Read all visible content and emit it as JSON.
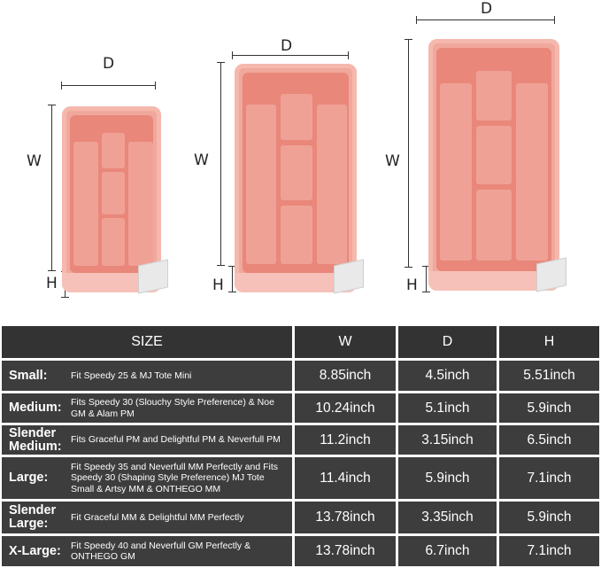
{
  "dimension_labels": {
    "depth": "D",
    "width": "W",
    "height": "H"
  },
  "table": {
    "headers": [
      "SIZE",
      "W",
      "D",
      "H"
    ],
    "rows": [
      {
        "size": "Small:",
        "fit": "Fit Speedy 25  &  MJ Tote Mini",
        "w": "8.85inch",
        "d": "4.5inch",
        "h": "5.51inch"
      },
      {
        "size": "Medium:",
        "fit": "Fits Speedy 30  (Slouchy Style Preference)  & Noe GM & Alam PM",
        "w": "10.24inch",
        "d": "5.1inch",
        "h": "5.9inch"
      },
      {
        "size": "Slender Medium:",
        "fit": "Fits Graceful PM and Delightful PM & Neverfull PM",
        "w": "11.2inch",
        "d": "3.15inch",
        "h": "6.5inch"
      },
      {
        "size": "Large:",
        "fit": "Fit Speedy 35 and Neverfull MM Perfectly and Fits Speedy 30  (Shaping Style Preference) MJ Tote Small & Artsy MM & ONTHEGO MM",
        "w": "11.4inch",
        "d": "5.9inch",
        "h": "7.1inch"
      },
      {
        "size": "Slender Large:",
        "fit": "Fit Graceful MM & Delightful MM Perfectly",
        "w": "13.78inch",
        "d": "3.35inch",
        "h": "5.9inch"
      },
      {
        "size": "X-Large:",
        "fit": "Fit Speedy 40 and Neverfull GM Perfectly & ONTHEGO GM",
        "w": "13.78inch",
        "d": "6.7inch",
        "h": "7.1inch"
      }
    ]
  },
  "colors": {
    "organizer": "#f1a89c",
    "table_bg": "#3d3d3d",
    "header_bg": "#333333",
    "text": "#ffffff"
  }
}
